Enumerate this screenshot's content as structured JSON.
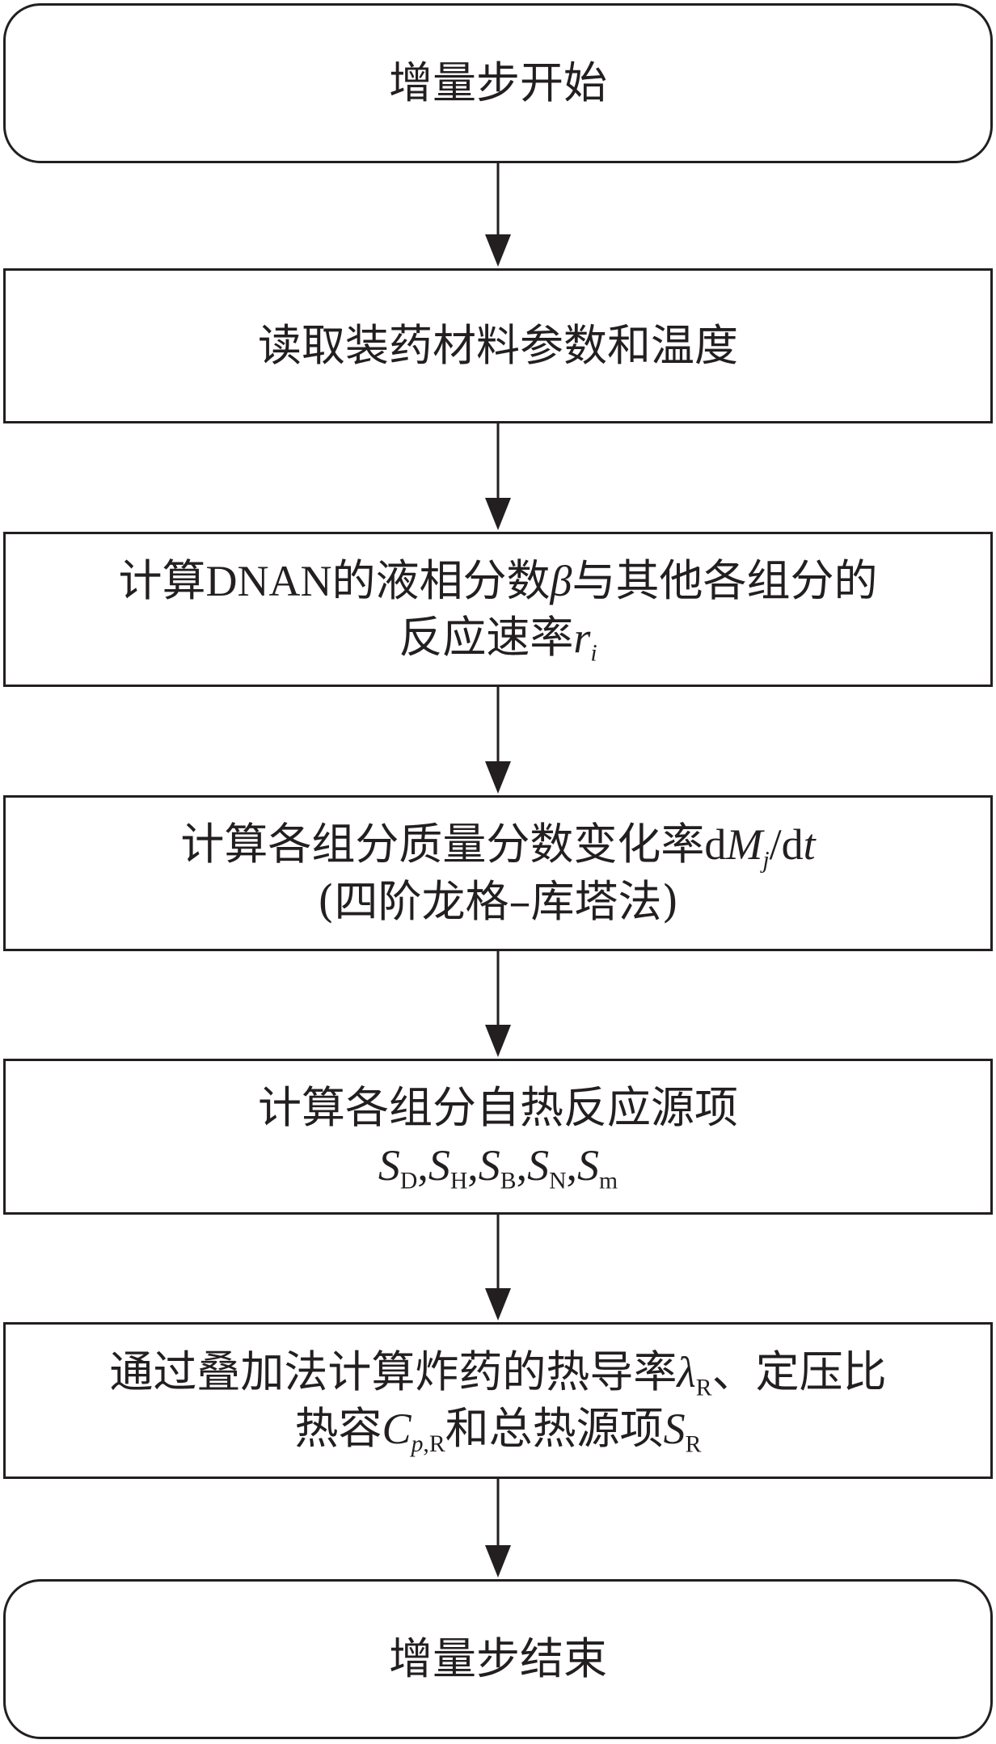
{
  "flowchart": {
    "start": {
      "label": "增量步开始"
    },
    "step1": {
      "label": "读取装药材料参数和温度"
    },
    "step2": {
      "prefix": "计算",
      "dnan": "DNAN",
      "middle": "的液相分数",
      "beta": "β",
      "suffix": "与其他各组分的",
      "line2": "反应速率",
      "r": "r",
      "i": "i"
    },
    "step3": {
      "label": "计算各组分质量分数变化率",
      "d1": "d",
      "M": "M",
      "j": "j",
      "slash": "/d",
      "t": "t",
      "line2": "(四阶龙格–库塔法)"
    },
    "step4": {
      "line1": "计算各组分自热反应源项",
      "S": "S",
      "subs": [
        "D",
        "H",
        "B",
        "N",
        "m"
      ],
      "sep": ","
    },
    "step5": {
      "line1": "通过叠加法计算炸药的热导率",
      "lambda": "λ",
      "lambda_sub": "R",
      "line1_end": "、定压比",
      "line2_start": "热容",
      "C": "C",
      "C_sub_p": "p",
      "C_sub_rest": ",R",
      "line2_mid": "和总热源项",
      "S": "S",
      "S_sub": "R"
    },
    "end": {
      "label": "增量步结束"
    }
  }
}
